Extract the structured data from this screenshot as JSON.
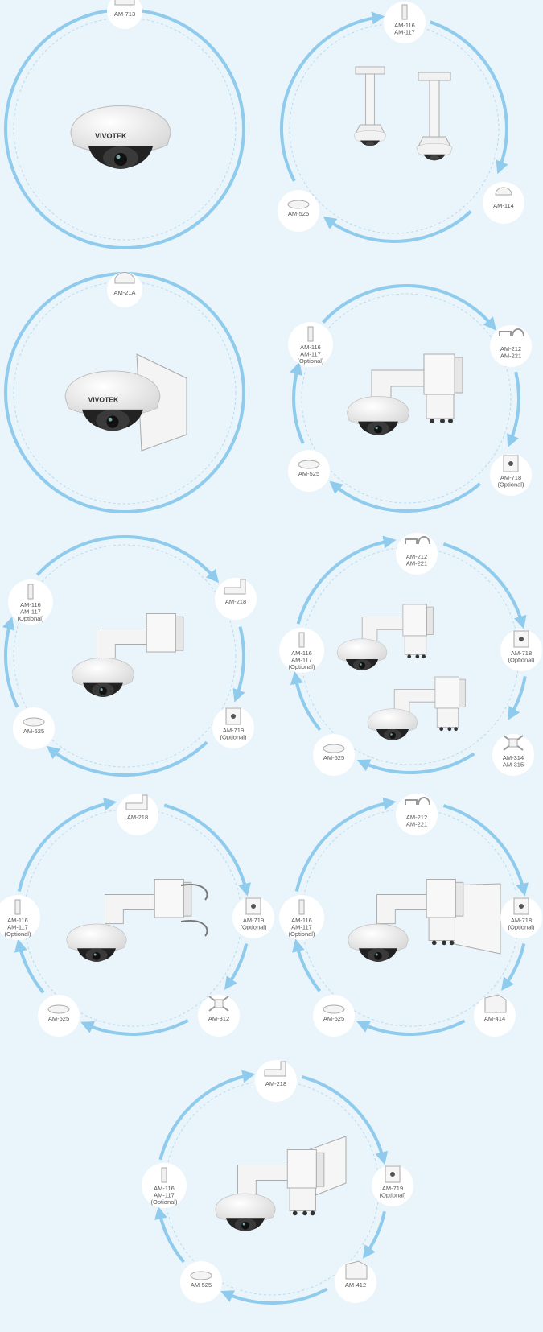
{
  "page": {
    "background": "#eaf4fb",
    "ring_color": "#8fcbec",
    "dash_color": "#b7daee"
  },
  "brand_text": "VIVOTEK",
  "diagrams": [
    {
      "id": "d1",
      "parts": [
        {
          "lines": [
            "AM-713"
          ]
        }
      ]
    },
    {
      "id": "d2",
      "parts": [
        {
          "lines": [
            "AM-116",
            "AM-117"
          ]
        },
        {
          "lines": [
            "AM-114"
          ]
        },
        {
          "lines": [
            "AM-525"
          ]
        }
      ]
    },
    {
      "id": "d3",
      "parts": [
        {
          "lines": [
            "AM-21A"
          ]
        }
      ]
    },
    {
      "id": "d4",
      "parts": [
        {
          "lines": [
            "AM-116",
            "AM-117",
            "(Optional)"
          ]
        },
        {
          "lines": [
            "AM-212",
            "AM-221"
          ]
        },
        {
          "lines": [
            "AM-718",
            "(Optional)"
          ]
        },
        {
          "lines": [
            "AM-525"
          ]
        }
      ]
    },
    {
      "id": "d5",
      "parts": [
        {
          "lines": [
            "AM-116",
            "AM-117",
            "(Optional)"
          ]
        },
        {
          "lines": [
            "AM-218"
          ]
        },
        {
          "lines": [
            "AM-719",
            "(Optional)"
          ]
        },
        {
          "lines": [
            "AM-525"
          ]
        }
      ]
    },
    {
      "id": "d6",
      "parts": [
        {
          "lines": [
            "AM-212",
            "AM-221"
          ]
        },
        {
          "lines": [
            "AM-116",
            "AM-117",
            "(Optional)"
          ]
        },
        {
          "lines": [
            "AM-718",
            "(Optional)"
          ]
        },
        {
          "lines": [
            "AM-314",
            "AM-315"
          ]
        },
        {
          "lines": [
            "AM-525"
          ]
        }
      ]
    },
    {
      "id": "d7",
      "parts": [
        {
          "lines": [
            "AM-218"
          ]
        },
        {
          "lines": [
            "AM-116",
            "AM-117",
            "(Optional)"
          ]
        },
        {
          "lines": [
            "AM-719",
            "(Optional)"
          ]
        },
        {
          "lines": [
            "AM-312"
          ]
        },
        {
          "lines": [
            "AM-525"
          ]
        }
      ]
    },
    {
      "id": "d8",
      "parts": [
        {
          "lines": [
            "AM-212",
            "AM-221"
          ]
        },
        {
          "lines": [
            "AM-116",
            "AM-117",
            "(Optional)"
          ]
        },
        {
          "lines": [
            "AM-718",
            "(Optional)"
          ]
        },
        {
          "lines": [
            "AM-414"
          ]
        },
        {
          "lines": [
            "AM-525"
          ]
        }
      ]
    },
    {
      "id": "d9",
      "parts": [
        {
          "lines": [
            "AM-218"
          ]
        },
        {
          "lines": [
            "AM-116",
            "AM-117",
            "(Optional)"
          ]
        },
        {
          "lines": [
            "AM-719",
            "(Optional)"
          ]
        },
        {
          "lines": [
            "AM-412"
          ]
        },
        {
          "lines": [
            "AM-525"
          ]
        }
      ]
    }
  ]
}
